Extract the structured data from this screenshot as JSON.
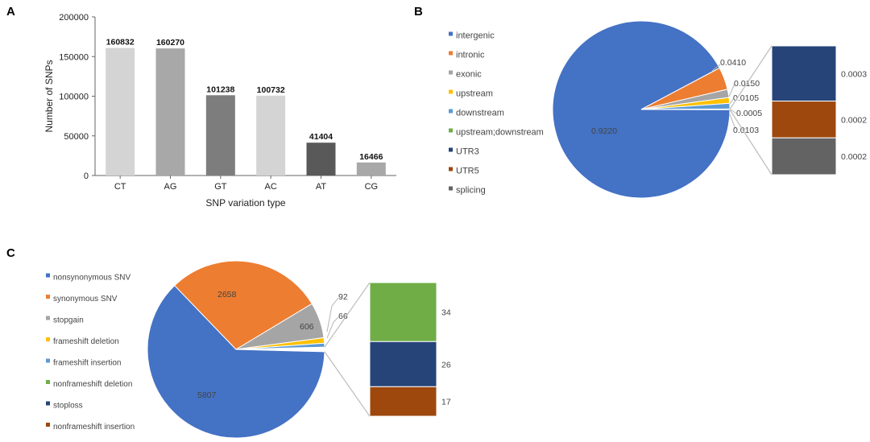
{
  "panels": {
    "a": "A",
    "b": "B",
    "c": "C"
  },
  "chart_data": [
    {
      "type": "bar",
      "panel": "A",
      "categories": [
        "CT",
        "AG",
        "GT",
        "AC",
        "AT",
        "CG"
      ],
      "values": [
        160832,
        160270,
        101238,
        100732,
        41404,
        16466
      ],
      "value_labels": [
        "160832",
        "160270",
        "101238",
        "100732",
        "41404",
        "16466"
      ],
      "colors": [
        "#d4d4d4",
        "#a8a8a8",
        "#7d7d7d",
        "#d4d4d4",
        "#595959",
        "#a8a8a8"
      ],
      "xlabel": "SNP variation type",
      "ylabel": "Number of SNPs",
      "ylim": [
        0,
        200000
      ],
      "yticks": [
        "0",
        "50000",
        "100000",
        "150000",
        "200000"
      ]
    },
    {
      "type": "pie",
      "panel": "B",
      "legend": [
        {
          "label": "intergenic",
          "color": "#4472c4"
        },
        {
          "label": "intronic",
          "color": "#ed7d31"
        },
        {
          "label": "exonic",
          "color": "#a5a5a5"
        },
        {
          "label": "upstream",
          "color": "#ffc000"
        },
        {
          "label": "downstream",
          "color": "#5b9bd5"
        },
        {
          "label": "upstream;downstream",
          "color": "#70ad47"
        },
        {
          "label": "UTR3",
          "color": "#264478"
        },
        {
          "label": "UTR5",
          "color": "#9e480e"
        },
        {
          "label": "splicing",
          "color": "#636363"
        }
      ],
      "slices": [
        {
          "label": "intergenic",
          "value": 0.922,
          "text": "0.9220",
          "color": "#4472c4"
        },
        {
          "label": "intronic",
          "value": 0.041,
          "text": "0.0410",
          "color": "#ed7d31"
        },
        {
          "label": "exonic",
          "value": 0.015,
          "text": "0.0150",
          "color": "#a5a5a5"
        },
        {
          "label": "upstream",
          "value": 0.0105,
          "text": "0.0105",
          "color": "#ffc000"
        },
        {
          "label": "downstream",
          "value": 0.0103,
          "text": "0.0103",
          "color": "#5b9bd5"
        },
        {
          "label": "upstream;downstream",
          "value": 0.0005,
          "text": "0.0005",
          "color": "#70ad47"
        }
      ],
      "bar_of_pie": [
        {
          "label": "UTR3",
          "value": 0.0003,
          "text": "0.0003",
          "color": "#264478"
        },
        {
          "label": "UTR5",
          "value": 0.0002,
          "text": "0.0002",
          "color": "#9e480e"
        },
        {
          "label": "splicing",
          "value": 0.0002,
          "text": "0.0002",
          "color": "#636363"
        }
      ]
    },
    {
      "type": "pie",
      "panel": "C",
      "legend": [
        {
          "label": "nonsynonymous SNV",
          "color": "#4472c4"
        },
        {
          "label": "synonymous SNV",
          "color": "#ed7d31"
        },
        {
          "label": "stopgain",
          "color": "#a5a5a5"
        },
        {
          "label": "frameshift deletion",
          "color": "#ffc000"
        },
        {
          "label": "frameshift insertion",
          "color": "#5b9bd5"
        },
        {
          "label": "nonframeshift deletion",
          "color": "#70ad47"
        },
        {
          "label": "stoploss",
          "color": "#264478"
        },
        {
          "label": "nonframeshift insertion",
          "color": "#9e480e"
        }
      ],
      "slices": [
        {
          "label": "nonsynonymous SNV",
          "value": 5807,
          "text": "5807",
          "color": "#4472c4"
        },
        {
          "label": "synonymous SNV",
          "value": 2658,
          "text": "2658",
          "color": "#ed7d31"
        },
        {
          "label": "stopgain",
          "value": 606,
          "text": "606",
          "color": "#a5a5a5"
        },
        {
          "label": "frameshift deletion",
          "value": 92,
          "text": "92",
          "color": "#ffc000"
        },
        {
          "label": "frameshift insertion",
          "value": 66,
          "text": "66",
          "color": "#5b9bd5"
        }
      ],
      "bar_of_pie": [
        {
          "label": "nonframeshift deletion",
          "value": 34,
          "text": "34",
          "color": "#70ad47"
        },
        {
          "label": "stoploss",
          "value": 26,
          "text": "26",
          "color": "#264478"
        },
        {
          "label": "nonframeshift insertion",
          "value": 17,
          "text": "17",
          "color": "#9e480e"
        }
      ]
    }
  ]
}
